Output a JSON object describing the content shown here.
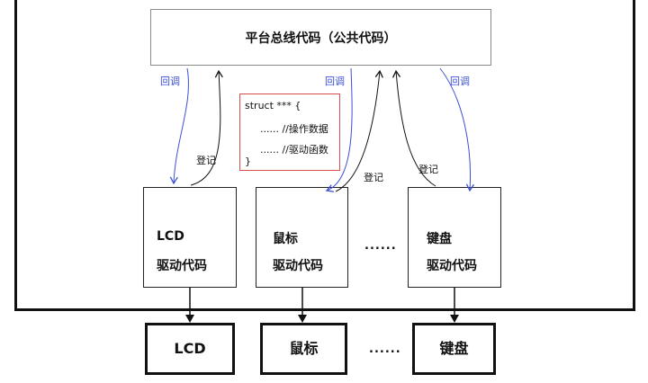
{
  "bus_label": "平台总线代码（公共代码）",
  "struct_box": {
    "line1": "struct *** {",
    "line2": "...... //操作数据",
    "line3": "...... //驱动函数",
    "line4": "}"
  },
  "drivers": {
    "lcd": {
      "line1": "LCD",
      "line2": "驱动代码"
    },
    "mouse": {
      "line1": "鼠标",
      "line2": "驱动代码"
    },
    "keyboard": {
      "line1": "键盘",
      "line2": "驱动代码"
    },
    "ellipsis": "......"
  },
  "devices": {
    "lcd": "LCD",
    "mouse": "鼠标",
    "keyboard": "键盘",
    "ellipsis": "......"
  },
  "edge_labels": {
    "callback": "回调",
    "register": "登记"
  },
  "colors": {
    "callback_arrow": "#3b4fd6",
    "register_arrow": "#111111",
    "struct_border": "#d94a4a"
  }
}
